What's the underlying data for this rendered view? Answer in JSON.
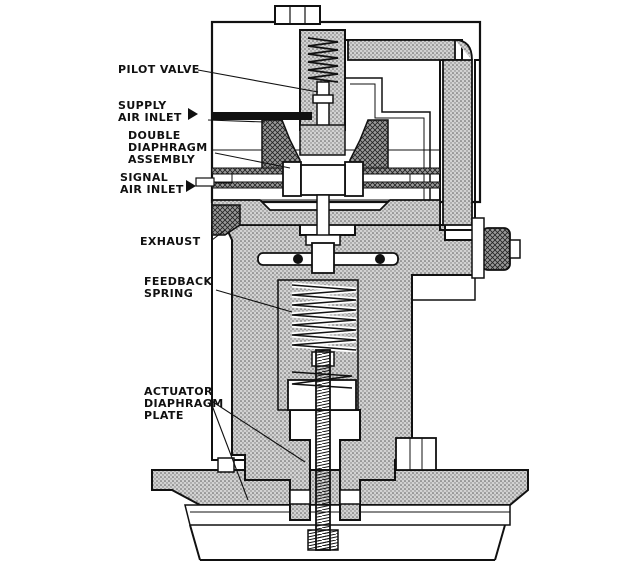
{
  "labels": {
    "pilot_valve": "PILOT VALVE",
    "supply_air_inlet": [
      "SUPPLY",
      "AIR INLET"
    ],
    "double_diaphragm_assembly": [
      "DOUBLE",
      "DIAPHRAGM",
      "ASSEMBLY"
    ],
    "signal_air_inlet": [
      "SIGNAL",
      "AIR INLET"
    ],
    "exhaust": "EXHAUST",
    "feedback_spring": [
      "FEEDBACK",
      "SPRING"
    ],
    "actuator_diaphragm_plate": [
      "ACTUATOR",
      "DIAPHRAGM",
      "PLATE"
    ]
  },
  "colors": {
    "ink": "#111111",
    "stipple": "#8a8a8a",
    "paper": "#ffffff"
  }
}
